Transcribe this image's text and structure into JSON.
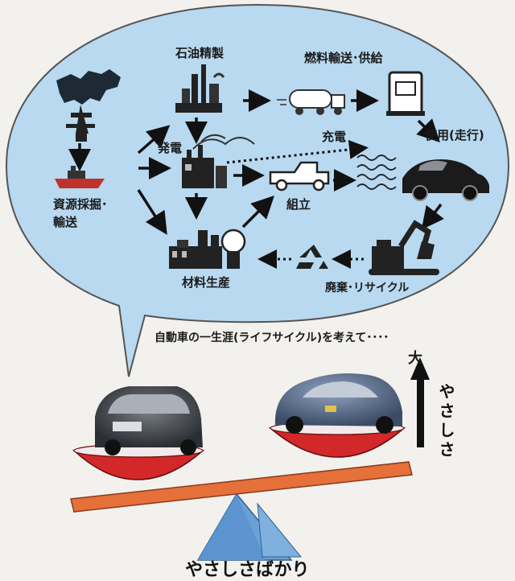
{
  "nodes": {
    "oil_refining": "石油精製",
    "fuel_transport": "燃料輸送･供給",
    "charging": "充電",
    "use_driving": "使用(走行)",
    "power_generation": "発電",
    "resource_extraction_line1": "資源採掘･",
    "resource_extraction_line2": "輸送",
    "assembly": "組立",
    "material_production": "材料生産",
    "disposal_recycle": "廃棄･リサイクル"
  },
  "caption": "自動車の一生涯(ライフサイクル)を考えて････",
  "scale": {
    "big_label": "大",
    "gentleness_label": "やさしさ"
  },
  "bottom_title": "やさしさばかり",
  "icons": [
    "world-map-icon",
    "oil-rig-icon",
    "refinery-icon",
    "tanker-truck-icon",
    "fuel-pump-icon",
    "ship-icon",
    "power-plant-icon",
    "pickup-truck-icon",
    "sports-car-icon",
    "factory-icon",
    "recycle-icon",
    "excavator-icon",
    "small-car-photo",
    "ev-car-photo",
    "seesaw-icon"
  ],
  "colors": {
    "bubble": "#b8d9f0",
    "bubble_stroke": "#555555",
    "dish_red": "#d2282a",
    "beam_orange": "#e5703a",
    "fulcrum_blue": "#5b94cf",
    "ink": "#1a1a1a"
  }
}
